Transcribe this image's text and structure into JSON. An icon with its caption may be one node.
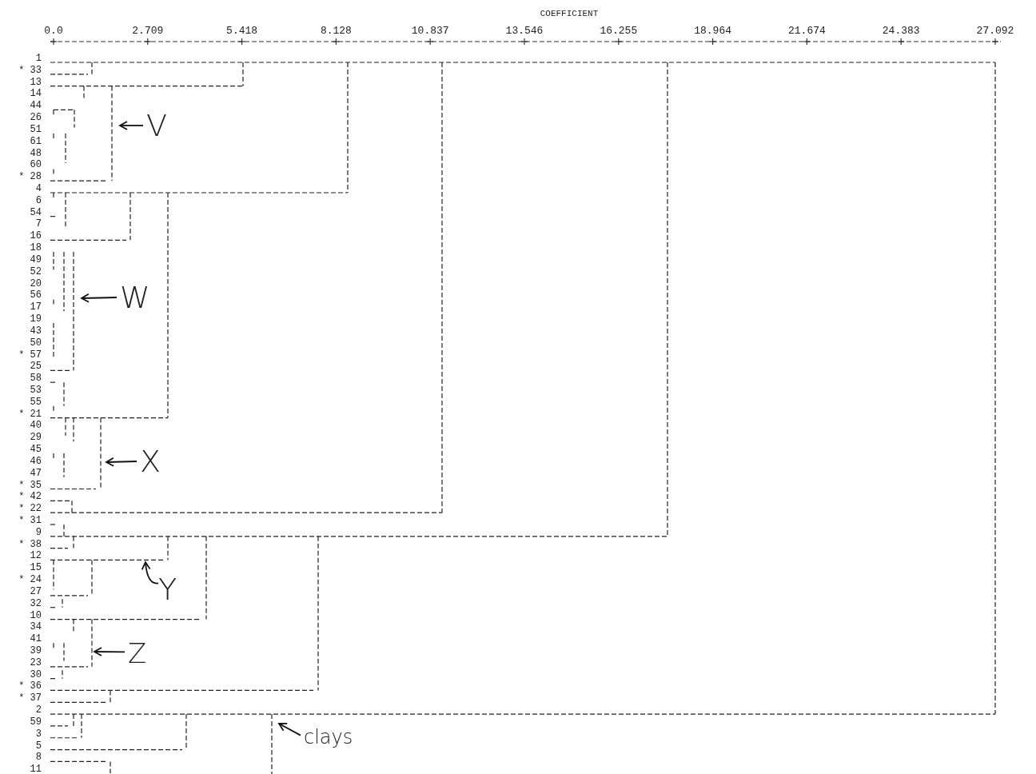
{
  "diagram": {
    "nodes": [
      {
        "text": [
          "V"
        ]
      },
      {
        "text": [
          "W"
        ]
      },
      {
        "text": [
          "X"
        ]
      },
      {
        "text": [
          "Y"
        ]
      },
      {
        "text": [
          "Z"
        ]
      },
      {
        "text": [
          "clays"
        ]
      }
    ],
    "edges": [
      {
        "from": 0,
        "to": null,
        "arrow": "to"
      },
      {
        "from": 1,
        "to": null,
        "arrow": "to"
      },
      {
        "from": 2,
        "to": null,
        "arrow": "to"
      },
      {
        "from": 3,
        "to": null,
        "arrow": "to"
      },
      {
        "from": 4,
        "to": null,
        "arrow": "to"
      },
      {
        "from": 5,
        "to": null,
        "arrow": "to"
      }
    ],
    "labels": [
      "COEFFICIENT",
      "0.0",
      "2.709",
      "5.418",
      "8.128",
      "10.837",
      "13.546",
      "16.255",
      "18.964",
      "21.674",
      "24.383",
      "27.092",
      "1",
      "* 33",
      "13",
      "14",
      "44",
      "26",
      "51",
      "61",
      "48",
      "60",
      "* 28",
      "4",
      "6",
      "54",
      "7",
      "16",
      "18",
      "49",
      "52",
      "20",
      "56",
      "17",
      "19",
      "43",
      "50",
      "* 57",
      "25",
      "58",
      "53",
      "55",
      "* 21",
      "40",
      "29",
      "45",
      "46",
      "47",
      "* 35",
      "* 42",
      "* 22",
      "* 31",
      "9",
      "* 38",
      "12",
      "15",
      "* 24",
      "27",
      "32",
      "10",
      "34",
      "41",
      "39",
      "23",
      "30",
      "* 36",
      "* 37",
      "2",
      "59",
      "3",
      "5",
      "8",
      "11"
    ]
  }
}
